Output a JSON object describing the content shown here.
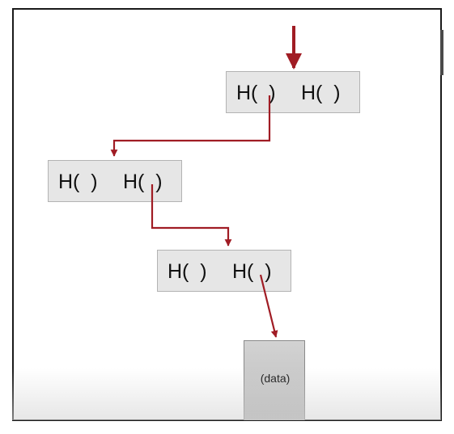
{
  "diagram": {
    "boxes": [
      {
        "left_label": "H(  )",
        "right_label": "H(  )"
      },
      {
        "left_label": "H(  )",
        "right_label": "H(  )"
      },
      {
        "left_label": "H(  )",
        "right_label": "H(  )"
      }
    ],
    "data_block": {
      "label": "(data)"
    }
  },
  "colors": {
    "arrow": "#a01c24",
    "box_fill": "#e6e6e6",
    "box_border": "#b3b3b3",
    "data_fill": "#c8c8c8"
  }
}
